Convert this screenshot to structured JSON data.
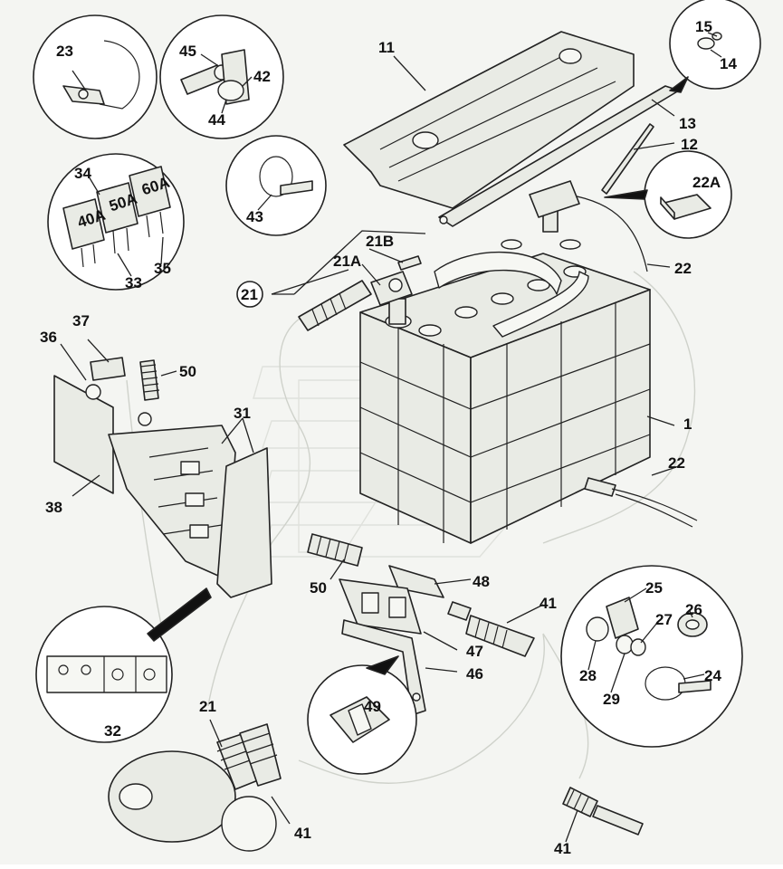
{
  "labels": {
    "l1": "1",
    "l11": "11",
    "l12": "12",
    "l13": "13",
    "l14": "14",
    "l15": "15",
    "l21": "21",
    "l21a": "21A",
    "l21b": "21B",
    "l21c": "21",
    "l22": "22",
    "l22a": "22A",
    "l22b": "22",
    "l23": "23",
    "l24": "24",
    "l25": "25",
    "l26": "26",
    "l27": "27",
    "l28": "28",
    "l29": "29",
    "l31": "31",
    "l32": "32",
    "l33": "33",
    "l34": "34",
    "l35": "35",
    "l36": "36",
    "l37": "37",
    "l38": "38",
    "l41a": "41",
    "l41b": "41",
    "l41c": "41",
    "l42": "42",
    "l43": "43",
    "l44": "44",
    "l45": "45",
    "l46": "46",
    "l47": "47",
    "l48": "48",
    "l49": "49",
    "l50a": "50",
    "l50b": "50"
  },
  "fuses": {
    "f40": "40A",
    "f50": "50A",
    "f60": "60A"
  }
}
